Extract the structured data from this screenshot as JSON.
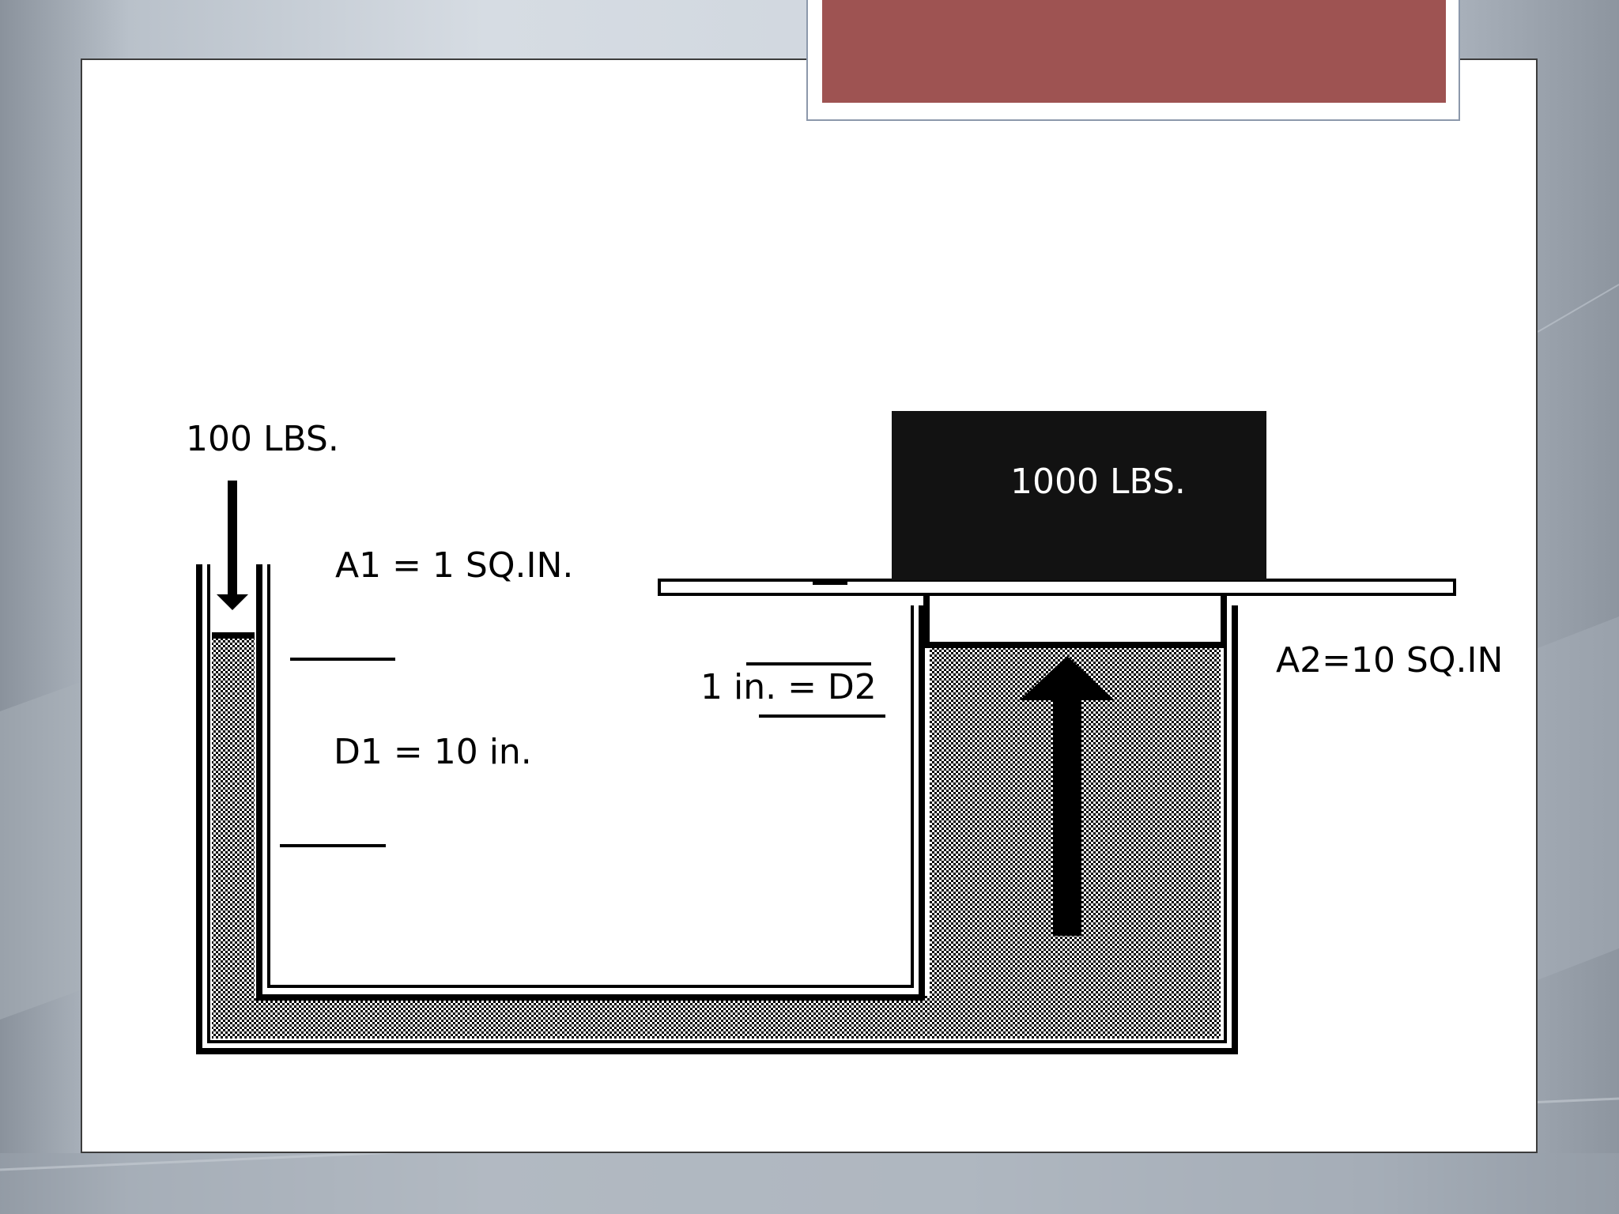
{
  "colors": {
    "title_bar": "#9e5352",
    "fluid_hatch": "#8c8c8c",
    "ink": "#000000",
    "weight_block": "#121212"
  },
  "diagram": {
    "input_force_label": "100 LBS.",
    "area1_label": "A1  = 1 SQ.IN.",
    "distance1_label": "D1 = 10 in.",
    "distance2_label": "1 in. = D2",
    "output_weight_label": "1000 LBS.",
    "area2_label": "A2=10 SQ.IN"
  }
}
